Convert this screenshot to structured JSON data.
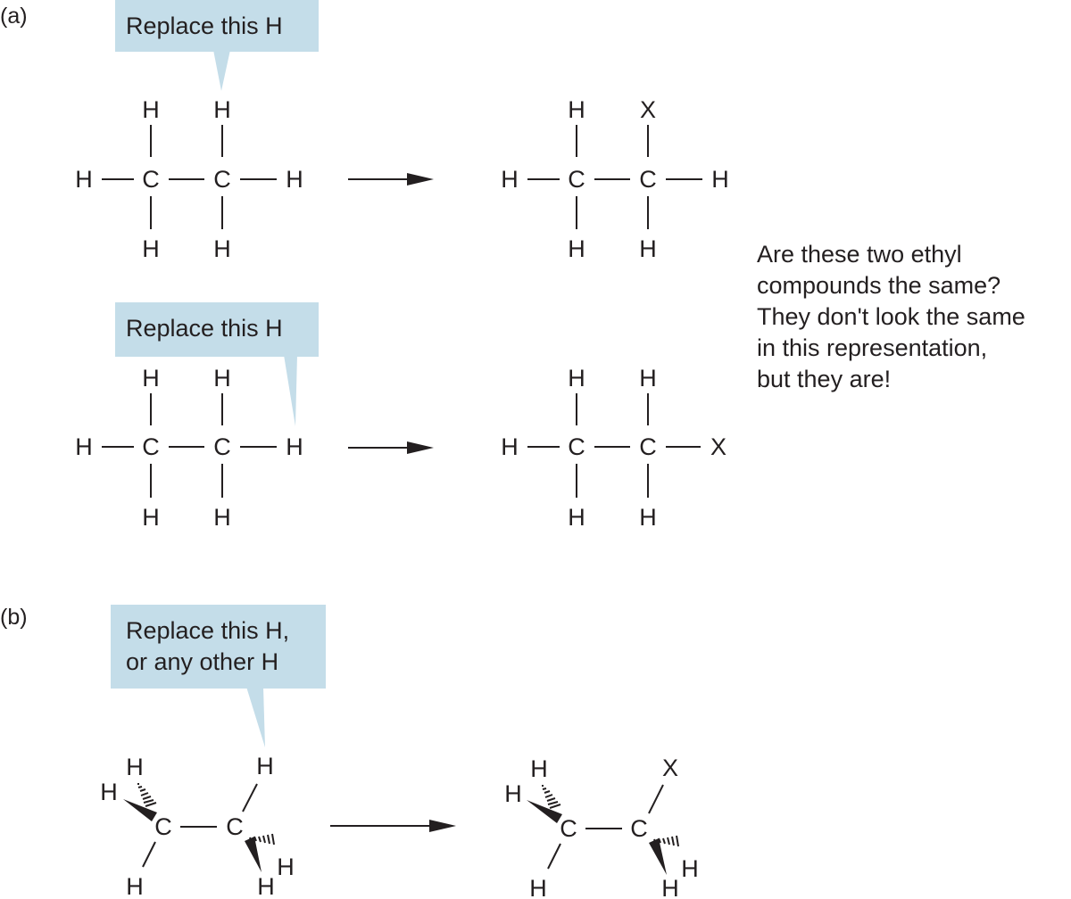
{
  "panels": {
    "a": {
      "label": "(a)"
    },
    "b": {
      "label": "(b)"
    }
  },
  "callouts": {
    "a_top": {
      "text": "Replace this H"
    },
    "a_bottom": {
      "text": "Replace this H"
    },
    "b": {
      "line1": "Replace this H,",
      "line2": "or any other H"
    }
  },
  "note": {
    "line1": "Are these two ethyl",
    "line2": "compounds the same?",
    "line3": "They don't look the same",
    "line4": "in this representation,",
    "line5": "but they are!"
  },
  "atoms": {
    "carbon": "C",
    "hydrogen": "H",
    "substituent": "X"
  },
  "colors": {
    "callout_fill": "#c4dde9",
    "ink": "#231f20"
  }
}
